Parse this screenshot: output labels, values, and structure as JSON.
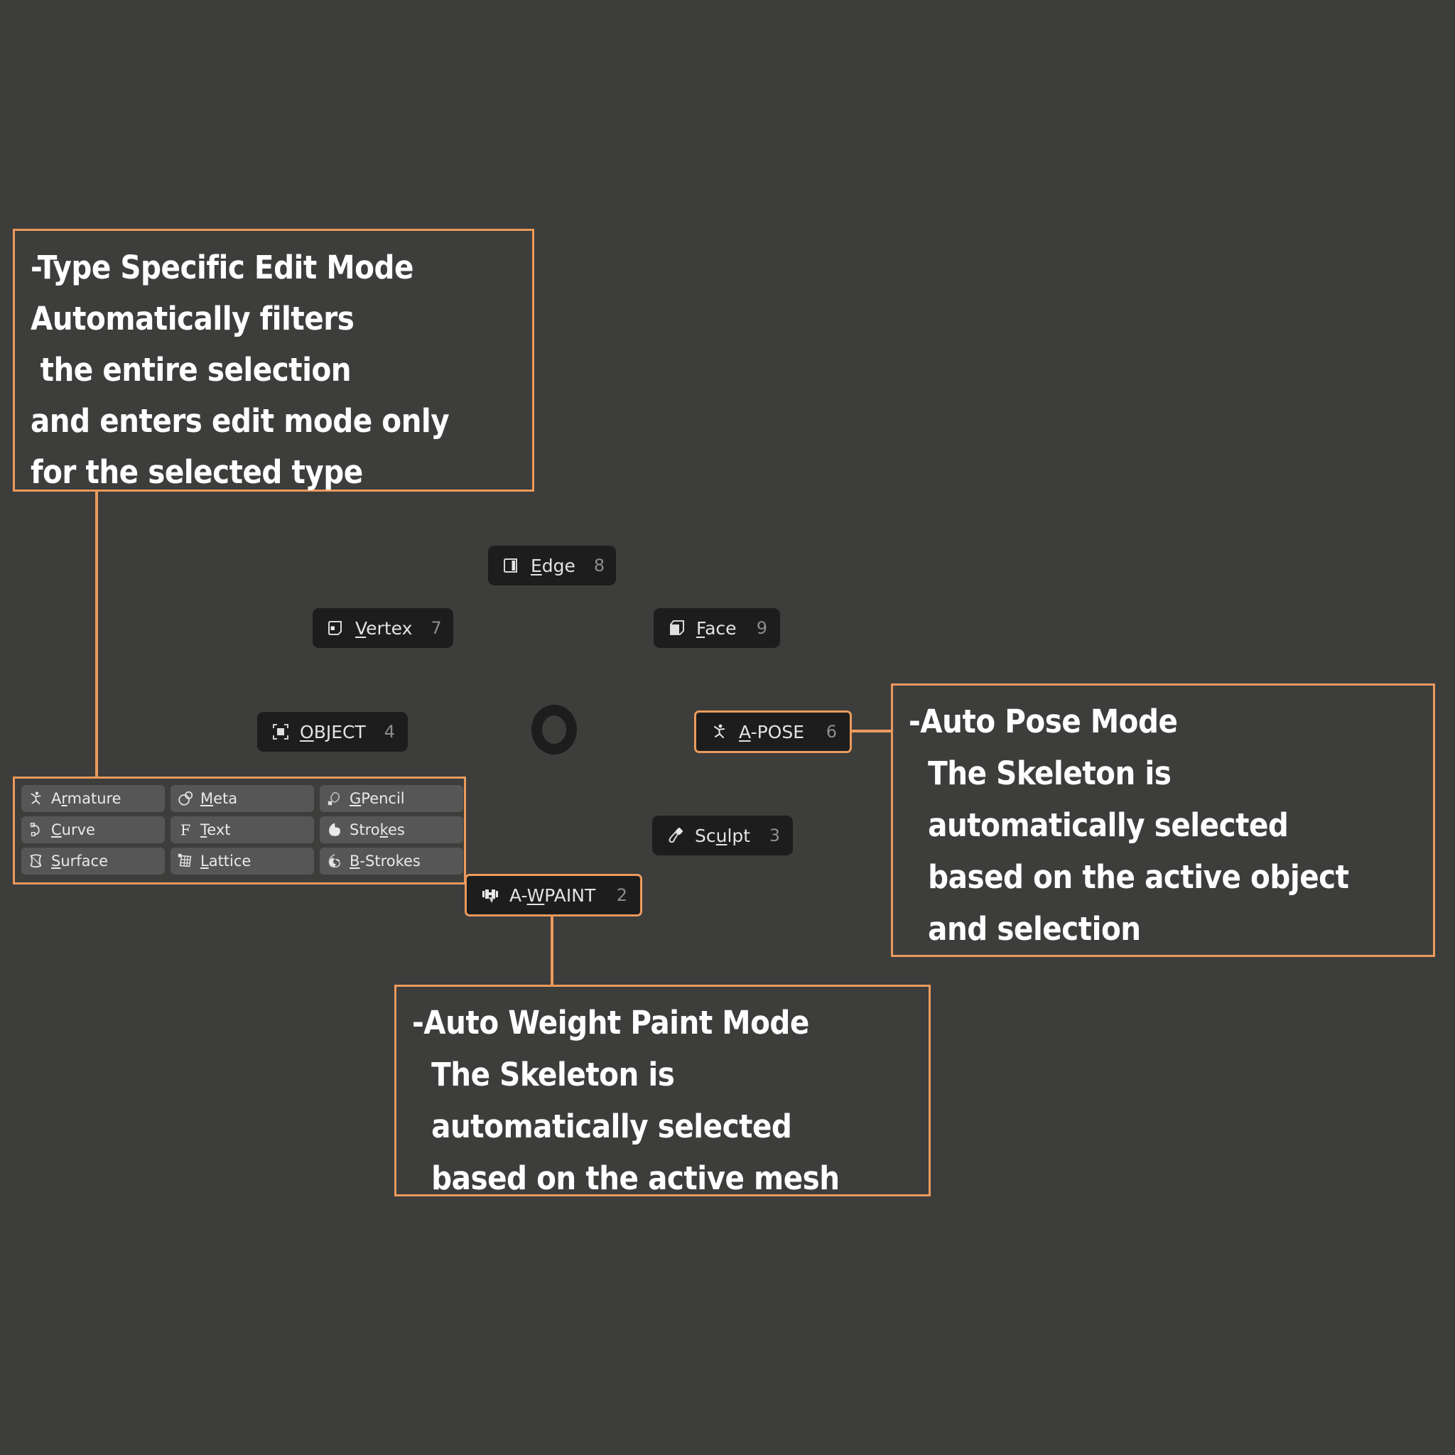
{
  "colors": {
    "background": "#3d3d3c",
    "accent": "#eb9a5c",
    "button_bg": "#1d1d1d",
    "grid_button_bg": "#565656",
    "label_text": "#e3e3e3",
    "shortcut_text": "#8d8d8d"
  },
  "callouts": {
    "type_specific_edit_mode": {
      "name": "type-specific-edit-mode-callout",
      "lines": [
        "-Type Specific Edit Mode",
        "Automatically filters",
        " the entire selection",
        "and enters edit mode only",
        "for the selected type"
      ]
    },
    "auto_pose_mode": {
      "name": "auto-pose-mode-callout",
      "lines": [
        "-Auto Pose Mode",
        "  The Skeleton is",
        "  automatically selected",
        "  based on the active object",
        "  and selection"
      ]
    },
    "auto_weight_paint_mode": {
      "name": "auto-weight-paint-mode-callout",
      "lines": [
        "-Auto Weight Paint Mode",
        "  The Skeleton is",
        "  automatically selected",
        "  based on the active mesh"
      ]
    }
  },
  "pie_menu": {
    "items": [
      {
        "id": "edge",
        "label_pre": "",
        "label_key": "E",
        "label_post": "dge",
        "shortcut": "8",
        "icon": "edge-icon",
        "selected": false
      },
      {
        "id": "vertex",
        "label_pre": "",
        "label_key": "V",
        "label_post": "ertex",
        "shortcut": "7",
        "icon": "vertex-icon",
        "selected": false
      },
      {
        "id": "face",
        "label_pre": "",
        "label_key": "F",
        "label_post": "ace",
        "shortcut": "9",
        "icon": "face-icon",
        "selected": false
      },
      {
        "id": "object",
        "label_pre": "",
        "label_key": "O",
        "label_post": "BJECT",
        "shortcut": "4",
        "icon": "object-icon",
        "selected": false
      },
      {
        "id": "a-pose",
        "label_pre": "",
        "label_key": "A",
        "label_post": "-POSE",
        "shortcut": "6",
        "icon": "pose-icon",
        "selected": true
      },
      {
        "id": "sculpt",
        "label_pre": "Sc",
        "label_key": "u",
        "label_post": "lpt",
        "shortcut": "3",
        "icon": "sculpt-icon",
        "selected": false
      },
      {
        "id": "a-wpaint",
        "label_pre": "A-",
        "label_key": "W",
        "label_post": "PAINT",
        "shortcut": "2",
        "icon": "wpaint-icon",
        "selected": false
      }
    ]
  },
  "type_grid": {
    "items": [
      {
        "id": "armature",
        "label_pre": "A",
        "label_key": "r",
        "label_post": "mature",
        "icon": "armature-icon"
      },
      {
        "id": "meta",
        "label_pre": "",
        "label_key": "M",
        "label_post": "eta",
        "icon": "meta-icon"
      },
      {
        "id": "gpencil",
        "label_pre": "",
        "label_key": "G",
        "label_post": "Pencil",
        "icon": "gpencil-icon"
      },
      {
        "id": "curve",
        "label_pre": "",
        "label_key": "C",
        "label_post": "urve",
        "icon": "curve-icon"
      },
      {
        "id": "text",
        "label_pre": "",
        "label_key": "T",
        "label_post": "ext",
        "icon": "text-icon"
      },
      {
        "id": "strokes",
        "label_pre": "Stro",
        "label_key": "k",
        "label_post": "es",
        "icon": "strokes-icon"
      },
      {
        "id": "surface",
        "label_pre": "",
        "label_key": "S",
        "label_post": "urface",
        "icon": "surface-icon"
      },
      {
        "id": "lattice",
        "label_pre": "",
        "label_key": "L",
        "label_post": "attice",
        "icon": "lattice-icon"
      },
      {
        "id": "b-strokes",
        "label_pre": "",
        "label_key": "B",
        "label_post": "-Strokes",
        "icon": "b-strokes-icon"
      }
    ]
  }
}
